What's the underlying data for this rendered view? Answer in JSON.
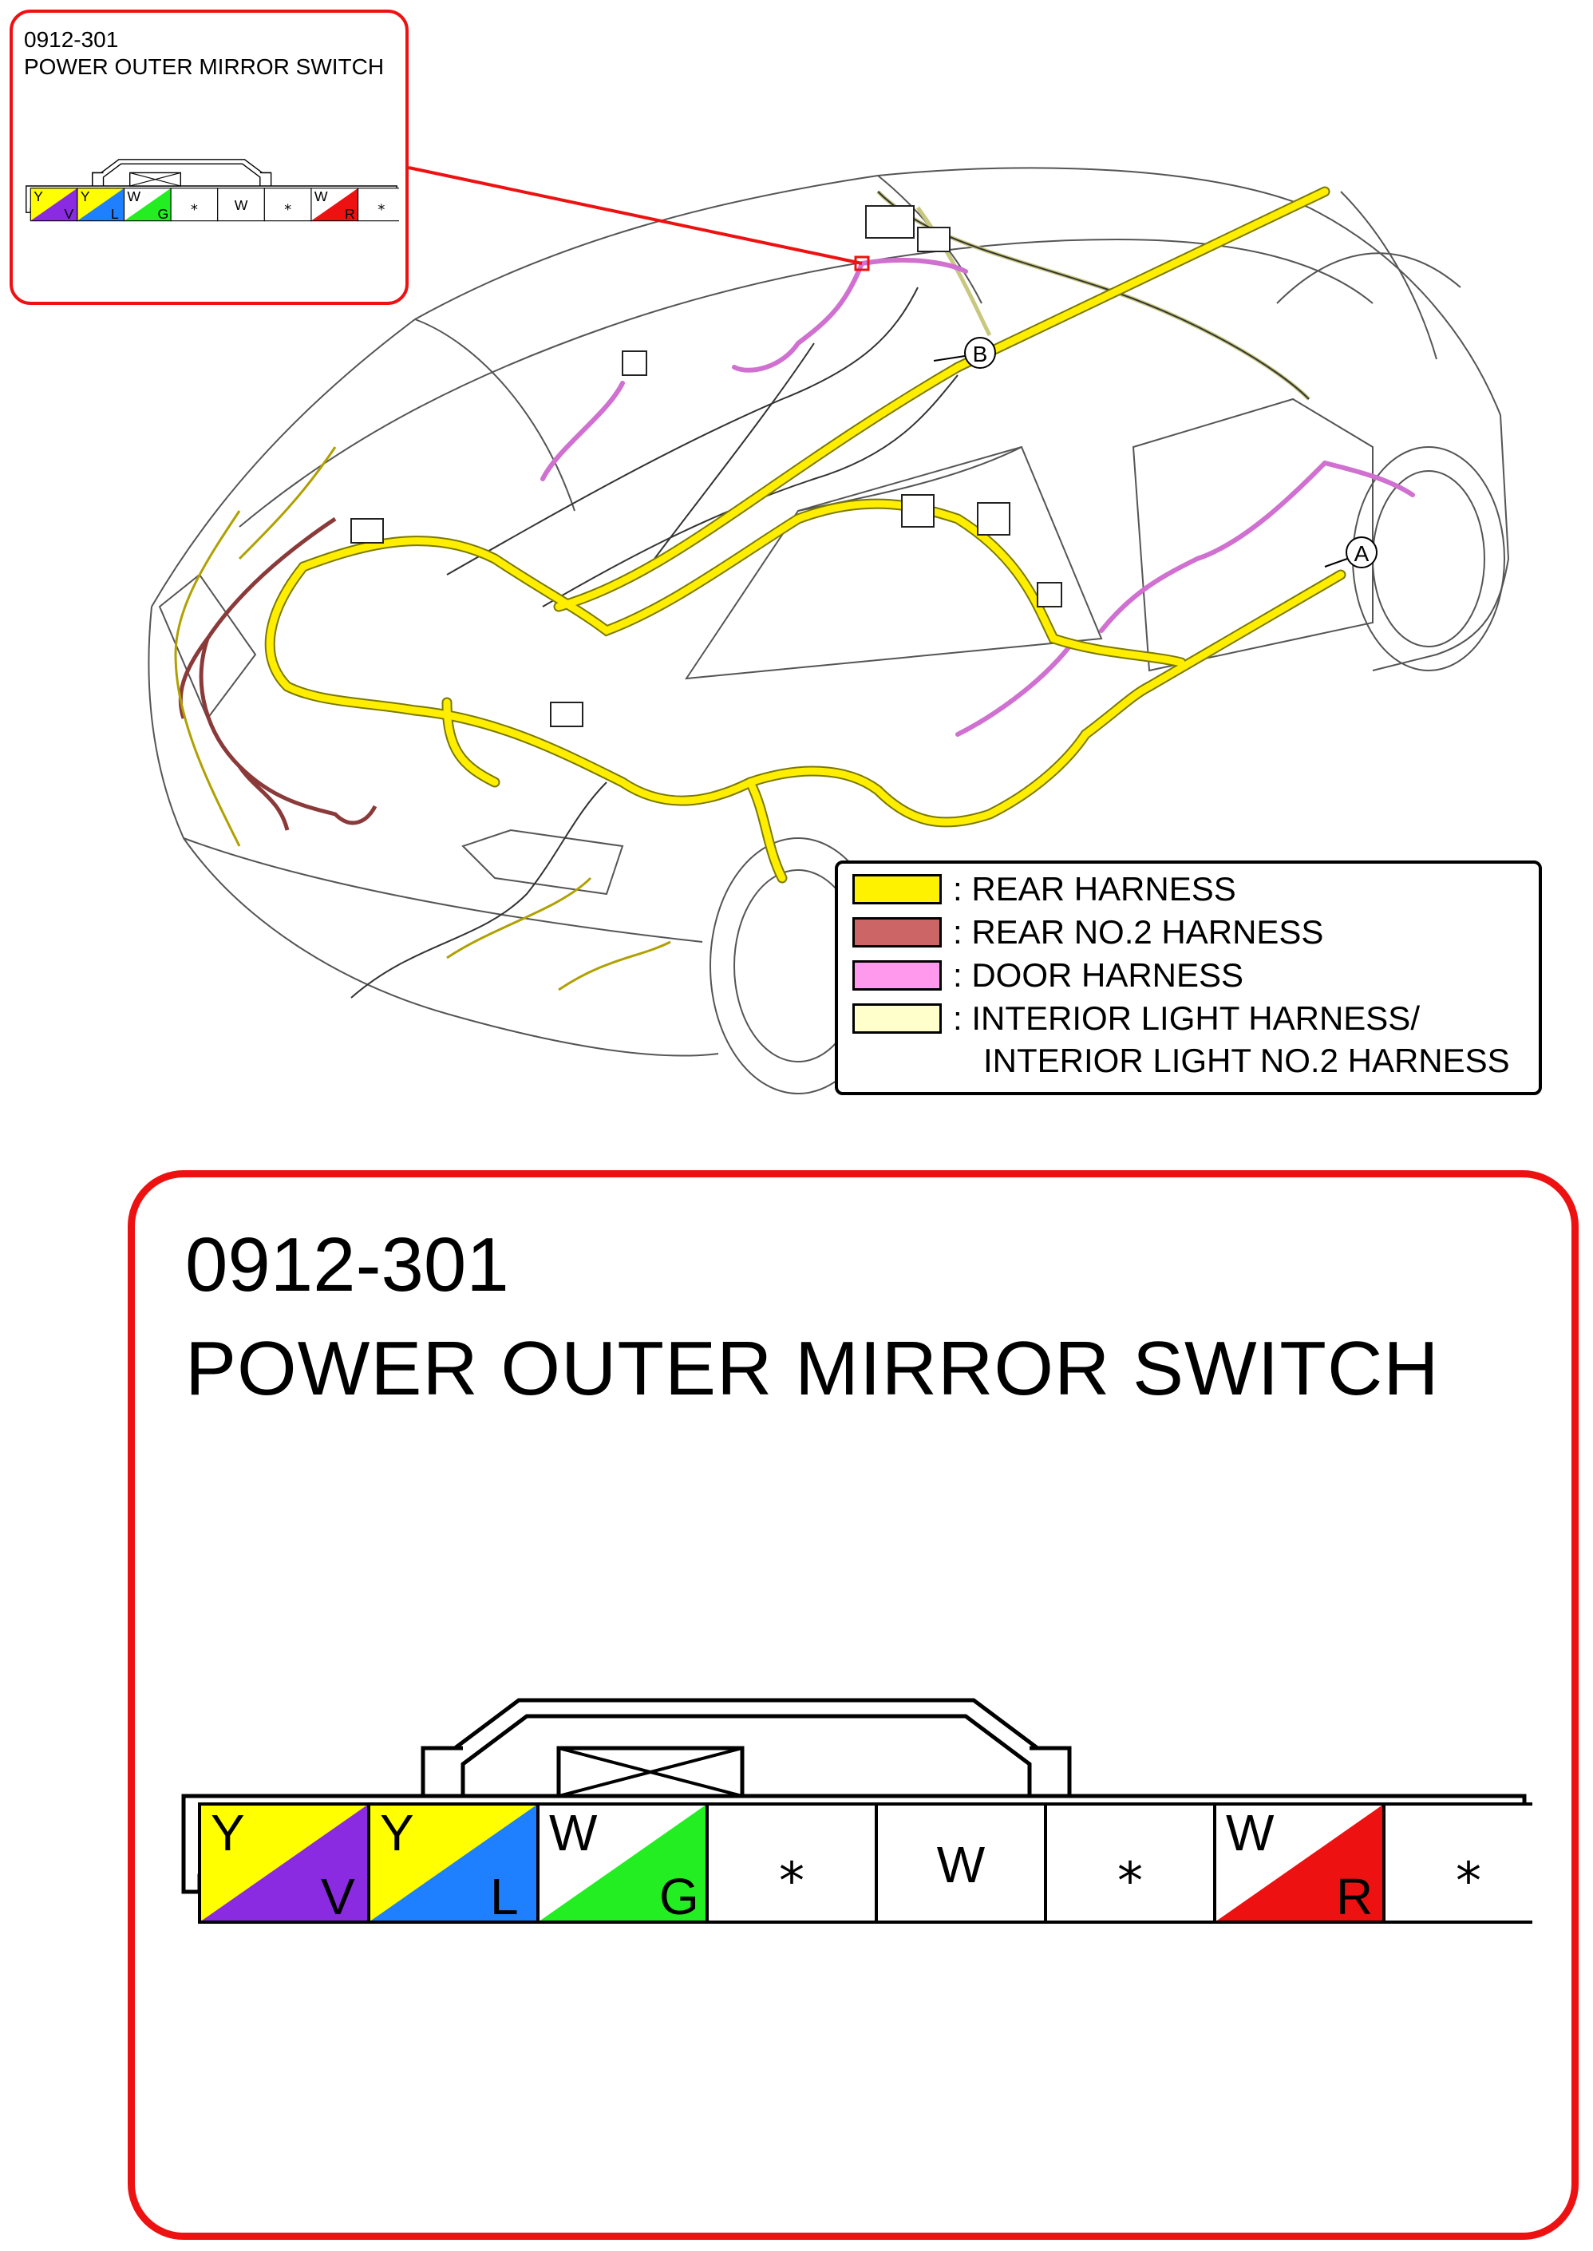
{
  "connector_code": "0912-301",
  "connector_name": "POWER OUTER MIRROR SWITCH",
  "callouts": {
    "a": "A",
    "b": "B"
  },
  "legend": {
    "items": [
      {
        "label": ": REAR HARNESS",
        "color": "#fff200"
      },
      {
        "label": ": REAR NO.2 HARNESS",
        "color": "#cc6666"
      },
      {
        "label": ": DOOR HARNESS",
        "color": "#ff99ee"
      },
      {
        "label": ": INTERIOR LIGHT HARNESS/",
        "color": "#ffffcc"
      }
    ],
    "continuation": "INTERIOR LIGHT NO.2 HARNESS"
  },
  "pins": [
    {
      "primary": "Y",
      "secondary": "V",
      "primary_color": "#ffff00",
      "secondary_color": "#8a2be2"
    },
    {
      "primary": "Y",
      "secondary": "L",
      "primary_color": "#ffff00",
      "secondary_color": "#1e7fff"
    },
    {
      "primary": "W",
      "secondary": "G",
      "primary_color": "#ffffff",
      "secondary_color": "#22ee22"
    },
    {
      "primary": "⁎",
      "secondary": "",
      "primary_color": "#ffffff",
      "secondary_color": ""
    },
    {
      "primary": "W",
      "secondary": "",
      "primary_color": "#ffffff",
      "secondary_color": ""
    },
    {
      "primary": "⁎",
      "secondary": "",
      "primary_color": "#ffffff",
      "secondary_color": ""
    },
    {
      "primary": "W",
      "secondary": "R",
      "primary_color": "#ffffff",
      "secondary_color": "#ee1111"
    },
    {
      "primary": "⁎",
      "secondary": "",
      "primary_color": "#ffffff",
      "secondary_color": ""
    }
  ]
}
